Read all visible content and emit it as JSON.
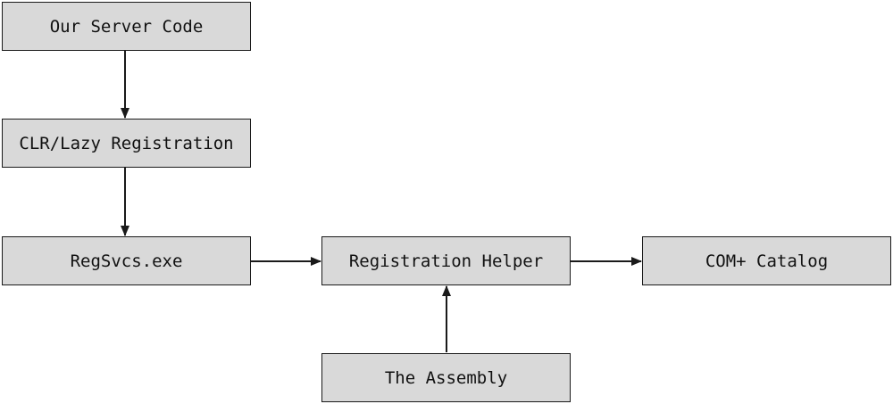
{
  "diagram": {
    "nodes": {
      "server_code": "Our Server Code",
      "clr_lazy": "CLR/Lazy Registration",
      "regsvcs": "RegSvcs.exe",
      "reg_helper": "Registration Helper",
      "complus": "COM+ Catalog",
      "assembly": "The Assembly"
    },
    "edges": [
      {
        "from": "server_code",
        "to": "clr_lazy"
      },
      {
        "from": "clr_lazy",
        "to": "regsvcs"
      },
      {
        "from": "regsvcs",
        "to": "reg_helper"
      },
      {
        "from": "reg_helper",
        "to": "complus"
      },
      {
        "from": "assembly",
        "to": "reg_helper"
      }
    ],
    "colors": {
      "box_fill": "#d9d9d9",
      "stroke": "#1a1a1a"
    }
  }
}
